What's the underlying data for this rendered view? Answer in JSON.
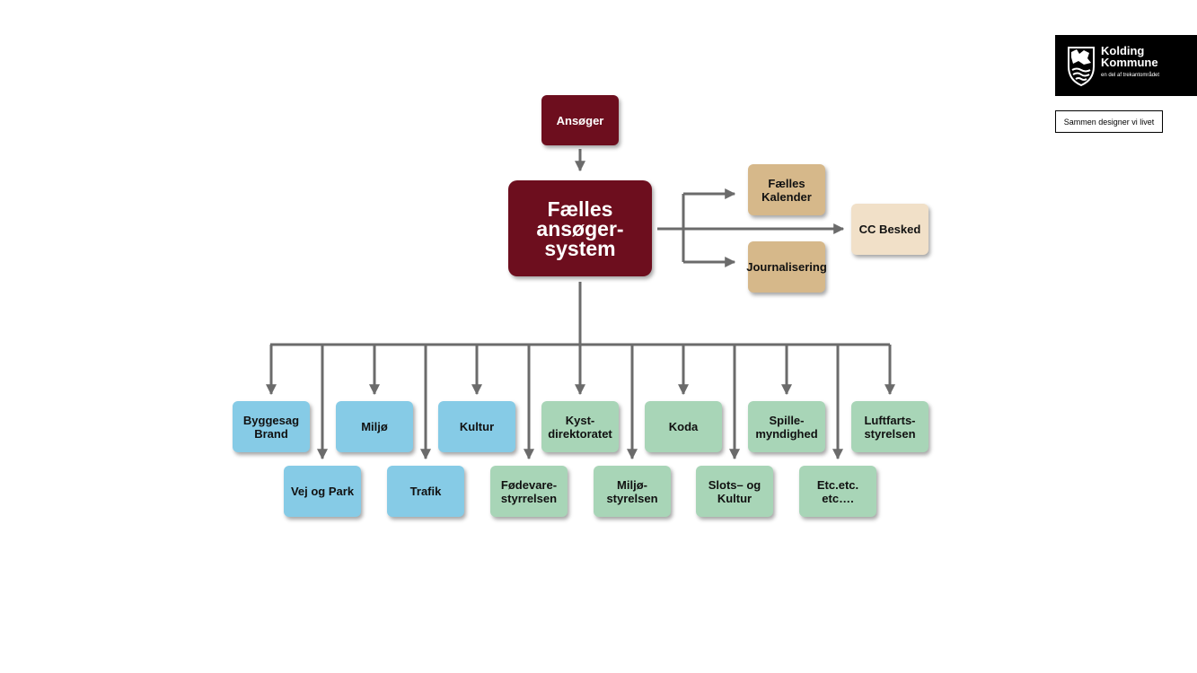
{
  "colors": {
    "primary": "#6d0e1e",
    "secondary": "#d6b88a",
    "light": "#f1e0c8",
    "blue": "#86cbe6",
    "green": "#a8d5b7",
    "connector": "#6b6b6b"
  },
  "logo": {
    "name": "Kolding\nKommune",
    "subtitle": "en del af trekantområdet",
    "slogan": "Sammen designer vi livet"
  },
  "diagram": {
    "applicant": {
      "id": "ansoger",
      "label": "Ansøger",
      "style": "primary"
    },
    "system": {
      "id": "faelles-ansoger-system",
      "label": "Fælles\nansøger-\nsystem",
      "style": "main"
    },
    "outputs": [
      {
        "id": "faelles-kalender",
        "label": "Fælles\nKalender",
        "style": "secondary"
      },
      {
        "id": "cc-besked",
        "label": "CC Besked",
        "style": "light"
      },
      {
        "id": "journalisering",
        "label": "Journalisering",
        "style": "secondary"
      }
    ],
    "recipients": [
      {
        "id": "byggesag-brand",
        "label": "Byggesag\nBrand",
        "style": "blue",
        "row": 1
      },
      {
        "id": "vej-og-park",
        "label": "Vej og Park",
        "style": "blue",
        "row": 2
      },
      {
        "id": "miljo",
        "label": "Miljø",
        "style": "blue",
        "row": 1
      },
      {
        "id": "trafik",
        "label": "Trafik",
        "style": "blue",
        "row": 2
      },
      {
        "id": "kultur",
        "label": "Kultur",
        "style": "blue",
        "row": 1
      },
      {
        "id": "fodevarestyrrelsen",
        "label": "Fødevare-\nstyrrelsen",
        "style": "green",
        "row": 2
      },
      {
        "id": "kystdirektoratet",
        "label": "Kyst-\ndirektoratet",
        "style": "green",
        "row": 1
      },
      {
        "id": "miljostyrelsen",
        "label": "Miljø-\nstyrelsen",
        "style": "green",
        "row": 2
      },
      {
        "id": "koda",
        "label": "Koda",
        "style": "green",
        "row": 1
      },
      {
        "id": "slots-og-kultur",
        "label": "Slots– og\nKultur",
        "style": "green",
        "row": 2
      },
      {
        "id": "spillemyndighed",
        "label": "Spille-\nmyndighed",
        "style": "green",
        "row": 1
      },
      {
        "id": "etc",
        "label": "Etc.etc.\netc….",
        "style": "green",
        "row": 2
      },
      {
        "id": "luftfartsstyrelsen",
        "label": "Luftfarts-\nstyrelsen",
        "style": "green",
        "row": 1
      }
    ]
  }
}
